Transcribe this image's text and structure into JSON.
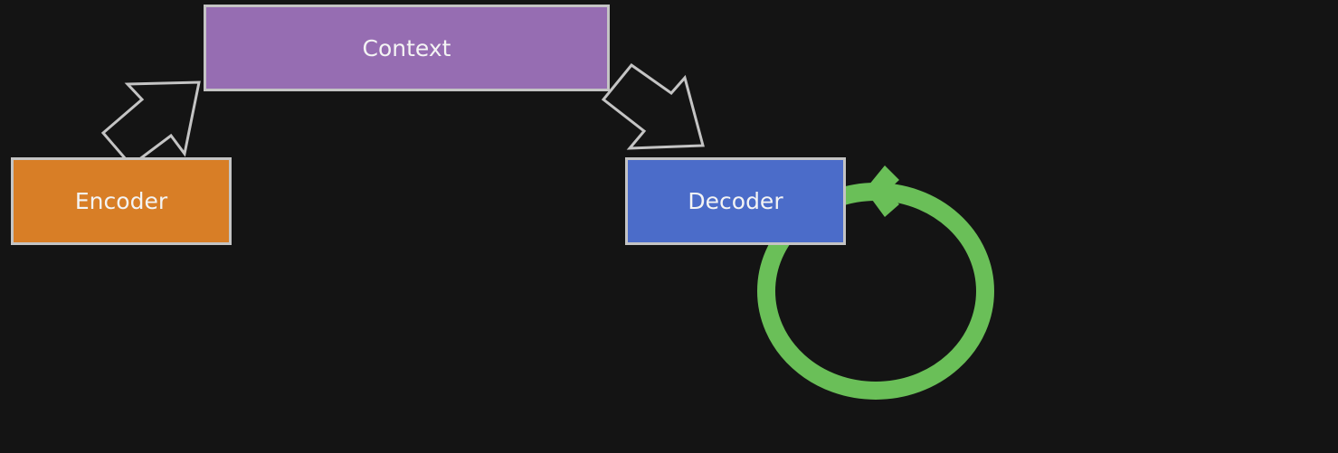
{
  "nodes": {
    "context": {
      "label": "Context",
      "color": "#966db2"
    },
    "encoder": {
      "label": "Encoder",
      "color": "#d87e26"
    },
    "decoder": {
      "label": "Decoder",
      "color": "#4b6cc9"
    }
  },
  "edges": [
    {
      "from": "Encoder",
      "to": "Context",
      "style": "block-arrow"
    },
    {
      "from": "Context",
      "to": "Decoder",
      "style": "block-arrow"
    },
    {
      "from": "Decoder",
      "to": "Decoder",
      "style": "loop",
      "color": "#6abf58"
    }
  ],
  "colors": {
    "background": "#141414",
    "outline": "#c4c4c4"
  }
}
